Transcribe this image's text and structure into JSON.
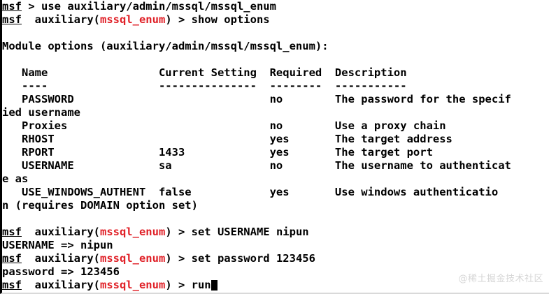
{
  "terminal": {
    "app": "metasploit-framework-console",
    "prompt_user": "msf",
    "prompt_arrow": " > ",
    "module_context_prefix": "  auxiliary(",
    "module_context_suffix": ")",
    "module_name": "mssql_enum",
    "cursor_glyph": "█",
    "colors": {
      "background": "#ffffff",
      "foreground": "#000000",
      "module_red": "#e02128",
      "watermark": "#d6d6d6",
      "left_border": "#000000",
      "bottom_border": "#d9d9d9"
    }
  },
  "commands": {
    "use": "use auxiliary/admin/mssql/mssql_enum",
    "show_options": "show options",
    "set_username": "set USERNAME nipun",
    "set_password": "set password 123456",
    "run": "run"
  },
  "output": {
    "module_options_header": "Module options (auxiliary/admin/mssql/mssql_enum):",
    "set_username_echo": "USERNAME => nipun",
    "set_password_echo": "password => 123456"
  },
  "options_table": {
    "headers": {
      "name": "Name",
      "current_setting": "Current Setting",
      "required": "Required",
      "description": "Description"
    },
    "rules": {
      "name": "----",
      "current_setting": "---------------",
      "required": "--------",
      "description": "-----------"
    },
    "rows": [
      {
        "name": "PASSWORD",
        "current_setting": "",
        "required": "no",
        "description": "The password for the specif",
        "description_wrap": "ied username"
      },
      {
        "name": "Proxies",
        "current_setting": "",
        "required": "no",
        "description": "Use a proxy chain",
        "description_wrap": ""
      },
      {
        "name": "RHOST",
        "current_setting": "",
        "required": "yes",
        "description": "The target address",
        "description_wrap": ""
      },
      {
        "name": "RPORT",
        "current_setting": "1433",
        "required": "yes",
        "description": "The target port",
        "description_wrap": ""
      },
      {
        "name": "USERNAME",
        "current_setting": "sa",
        "required": "no",
        "description": "The username to authenticat",
        "description_wrap": "e as"
      },
      {
        "name": "USE_WINDOWS_AUTHENT",
        "current_setting": "false",
        "required": "yes",
        "description": "Use windows authenticatio",
        "description_wrap": "n (requires DOMAIN option set)"
      }
    ]
  },
  "lines": {
    "l01_prompt": "msf",
    "l01_rest": " > use auxiliary/admin/mssql/mssql_enum",
    "l02_pre": "  auxiliary(",
    "l02_post": ") > show options",
    "l04": "Module options (auxiliary/admin/mssql/mssql_enum):",
    "l06": "   Name                 Current Setting  Required  Description",
    "l07": "   ----                 ---------------  --------  -----------",
    "l08": "   PASSWORD                              no        The password for the specif",
    "l09": "ied username",
    "l10": "   Proxies                               no        Use a proxy chain",
    "l11": "   RHOST                                 yes       The target address",
    "l12": "   RPORT                1433             yes       The target port",
    "l13": "   USERNAME             sa               no        The username to authenticat",
    "l14": "e as",
    "l15": "   USE_WINDOWS_AUTHENT  false            yes       Use windows authenticatio",
    "l16": "n (requires DOMAIN option set)",
    "l18_post": ") > set USERNAME nipun",
    "l19": "USERNAME => nipun",
    "l20_post": ") > set password 123456",
    "l21": "password => 123456",
    "l22_post": ") > run"
  },
  "watermark": {
    "text": "@稀土掘金技术社区"
  }
}
